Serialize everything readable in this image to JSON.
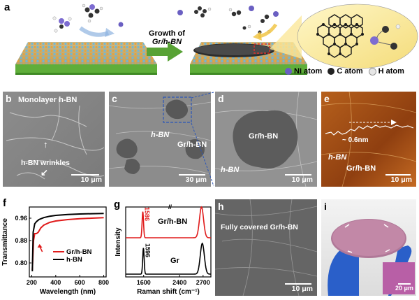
{
  "panel_a": {
    "letter": "a",
    "arrow_label_line1": "Growth of",
    "arrow_label_line2": "Gr/h-BN",
    "legend": [
      {
        "label": "Ni atom",
        "color": "#6a5fc2"
      },
      {
        "label": "C atom",
        "color": "#222222"
      },
      {
        "label": "H atom",
        "color": "#e6e6e6"
      }
    ]
  },
  "panel_b": {
    "letter": "b",
    "title": "Monolayer h-BN",
    "annotation": "h-BN wrinkles",
    "scalebar": "10 μm"
  },
  "panel_c": {
    "letter": "c",
    "label_hbn": "h-BN",
    "label_gr": "Gr/h-BN",
    "scalebar": "30 μm"
  },
  "panel_d": {
    "letter": "d",
    "label_gr": "Gr/h-BN",
    "label_hbn": "h-BN",
    "scalebar": "10 μm"
  },
  "panel_e": {
    "letter": "e",
    "height": "~ 0.6nm",
    "label_hbn": "h-BN",
    "label_gr": "Gr/h-BN",
    "scalebar": "10 μm"
  },
  "panel_f": {
    "letter": "f",
    "scalebar": ""
  },
  "panel_h": {
    "letter": "h",
    "title": "Fully covered Gr/h-BN",
    "scalebar": "10 μm"
  },
  "panel_i": {
    "letter": "i",
    "scalebar": "20 μm"
  },
  "chart_data": [
    {
      "id": "f",
      "type": "line",
      "xlabel": "Wavelength (nm)",
      "ylabel": "Transmittance",
      "xlim": [
        180,
        820
      ],
      "ylim": [
        0.75,
        1.0
      ],
      "xticks": [
        200,
        400,
        600,
        800
      ],
      "yticks": [
        0.8,
        0.88,
        0.96
      ],
      "ytick_labels": [
        "0.80",
        "0.88",
        "0.96"
      ],
      "legend_position": "bottom-right",
      "series": [
        {
          "name": "Gr/h-BN",
          "color": "#e01b1b",
          "x": [
            205,
            215,
            225,
            240,
            255,
            275,
            300,
            350,
            400,
            500,
            600,
            700,
            800
          ],
          "y": [
            0.775,
            0.88,
            0.905,
            0.905,
            0.91,
            0.925,
            0.935,
            0.945,
            0.95,
            0.955,
            0.958,
            0.96,
            0.962
          ]
        },
        {
          "name": "h-BN",
          "color": "#000000",
          "x": [
            205,
            212,
            225,
            240,
            260,
            300,
            350,
            400,
            500,
            600,
            700,
            800
          ],
          "y": [
            0.77,
            0.91,
            0.94,
            0.948,
            0.955,
            0.962,
            0.967,
            0.97,
            0.973,
            0.975,
            0.976,
            0.977
          ]
        }
      ],
      "annotation": "red arrow at ~270 nm"
    },
    {
      "id": "g",
      "type": "line",
      "xlabel": "Raman shift (cm⁻¹)",
      "ylabel": "Intensity",
      "xticks": [
        1600,
        2400,
        2700
      ],
      "xtick_labels": [
        "1600",
        "2400",
        "2700"
      ],
      "axis_break": true,
      "series": [
        {
          "name": "Gr/h-BN",
          "color": "#e01b1b",
          "peak_label": "1586",
          "peaks": [
            1586,
            2680
          ]
        },
        {
          "name": "Gr",
          "color": "#000000",
          "peak_label": "1596",
          "peaks": [
            1596,
            2690
          ]
        }
      ]
    }
  ]
}
